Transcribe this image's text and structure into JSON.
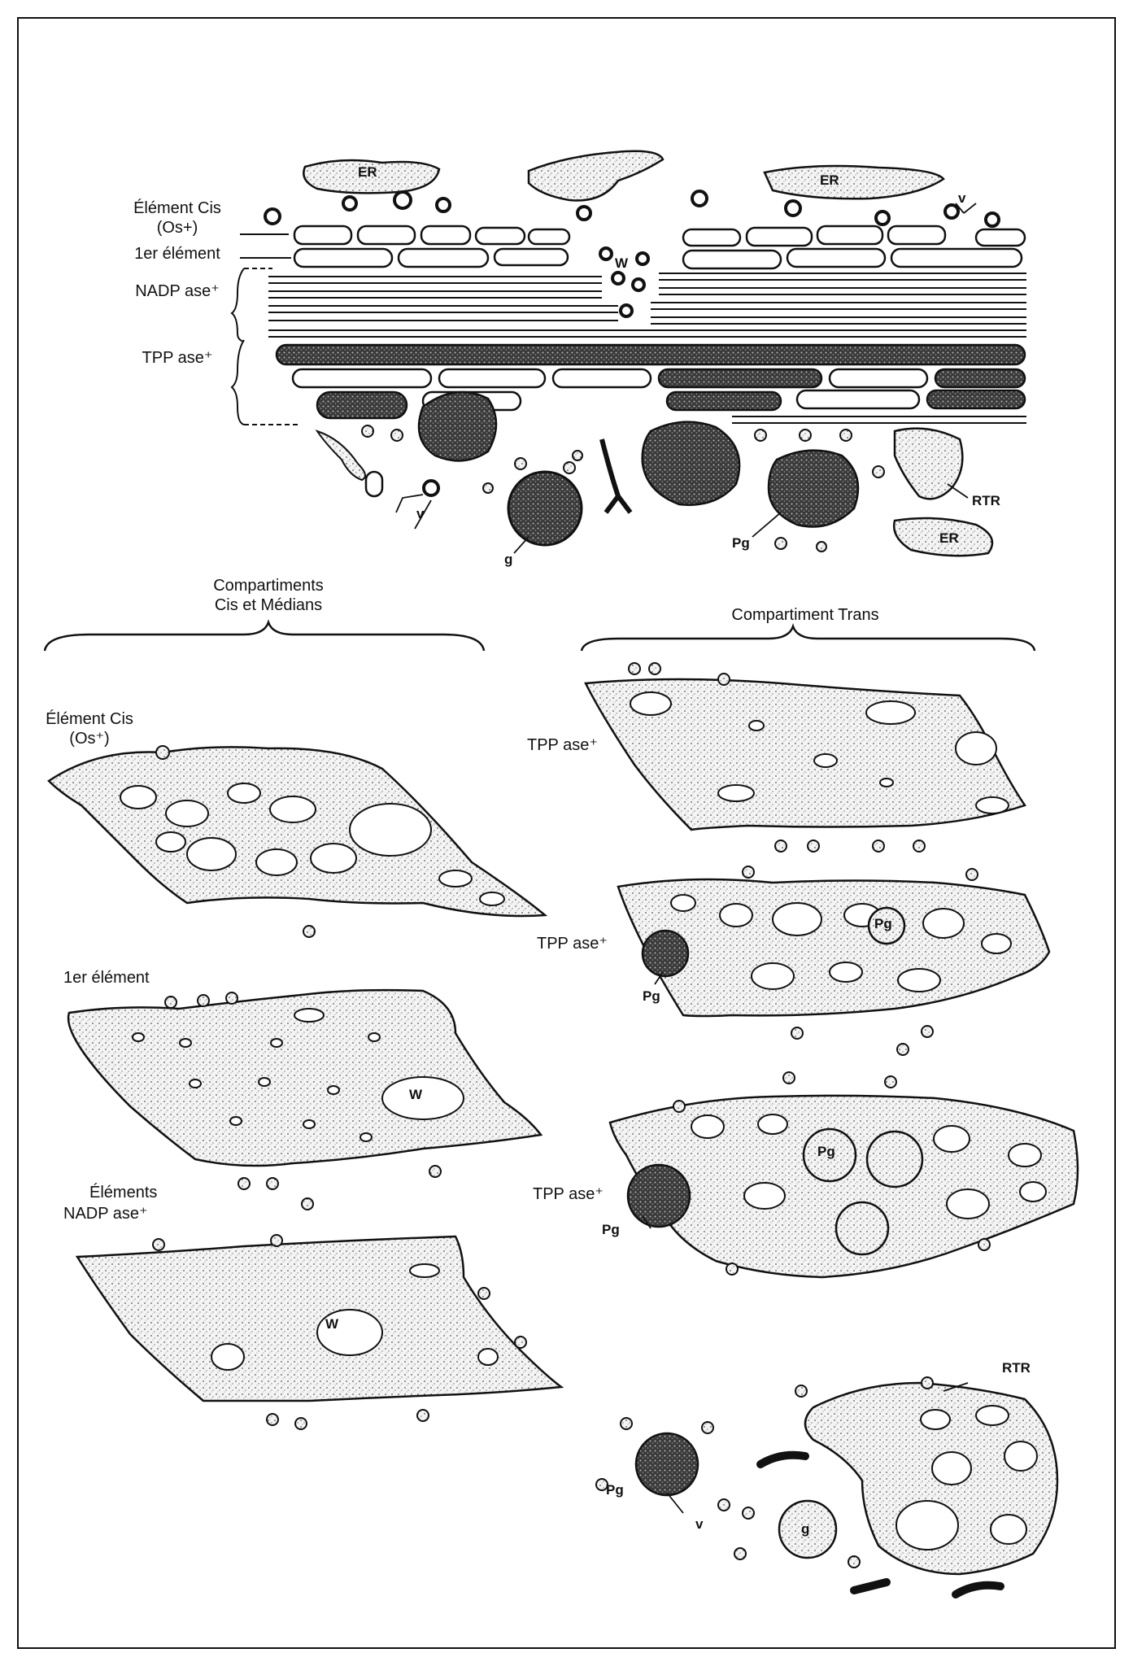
{
  "top_section": {
    "labels": {
      "cis_element_line1": "Élément Cis",
      "cis_element_line2": "(Os+)",
      "first_element": "1er élément",
      "nadp": "NADP ase⁺",
      "tpp": "TPP ase⁺",
      "er_left": "ER",
      "er_middle": "ER",
      "er_bottom": "ER",
      "v_top": "v",
      "v_bottom": "v",
      "w": "W",
      "rtr": "RTR",
      "pg": "Pg",
      "g": "g"
    }
  },
  "bottom_left": {
    "heading_line1": "Compartiments",
    "heading_line2": "Cis et Médians",
    "cis_element_line1": "Élément Cis",
    "cis_element_line2": "(Os⁺)",
    "first_element": "1er élément",
    "w1": "W",
    "nadp_line1": "Éléments",
    "nadp_line2": "NADP ase⁺",
    "w2": "W"
  },
  "bottom_right": {
    "heading": "Compartiment Trans",
    "tpp1": "TPP ase⁺",
    "tpp2": "TPP ase⁺",
    "pg_a": "Pg",
    "pg_b": "Pg",
    "tpp3": "TPP ase⁺",
    "pg_c": "Pg",
    "pg_d": "Pg",
    "rtr": "RTR",
    "pg_e": "Pg",
    "g": "g",
    "v": "v"
  },
  "colors": {
    "ink": "#111111",
    "paper": "#ffffff",
    "stipple": "#e6e6e6"
  }
}
